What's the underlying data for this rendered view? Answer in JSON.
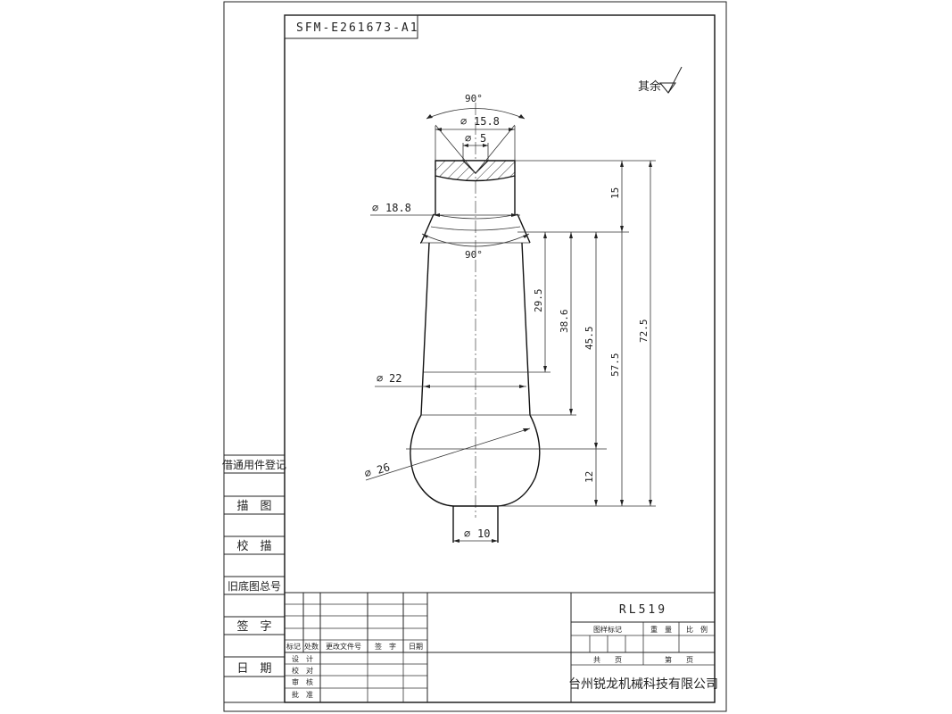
{
  "drawing_number": "SFM-E261673-A1",
  "roughness_note": "其余",
  "part_code": "RL519",
  "company": "台州锐龙机械科技有限公司",
  "left_panel": {
    "register": "借通用件登记",
    "trace": "描　图",
    "check_trace": "校　描",
    "old_drawing": "旧底图总号",
    "signature": "签　字",
    "date": "日　期"
  },
  "revision_table": {
    "headers": [
      "标记",
      "处数",
      "更改文件号",
      "签　字",
      "日期"
    ],
    "roles": [
      "设　计",
      "校　对",
      "审　核",
      "批　准"
    ]
  },
  "title_block": {
    "drawing_mark": "图样标记",
    "weight": "重　量",
    "scale": "比　例",
    "total": "共　　页",
    "sheet": "第　　页"
  },
  "dimensions": {
    "angle_top": "90°",
    "angle_mid": "90°",
    "d_15_8": "15.8",
    "d_5": "5",
    "d_18_8": "18.8",
    "d_22": "22",
    "d_26": "26",
    "d_10": "10",
    "len_15": "15",
    "len_29_5": "29.5",
    "len_38_6": "38.6",
    "len_45_5": "45.5",
    "len_57_5": "57.5",
    "len_72_5": "72.5",
    "len_12": "12"
  }
}
